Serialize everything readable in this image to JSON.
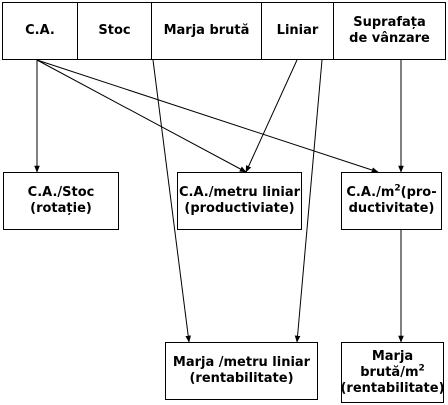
{
  "header": {
    "cells": [
      {
        "key": "ca",
        "label": "C.A."
      },
      {
        "key": "stoc",
        "label": "Stoc"
      },
      {
        "key": "marja",
        "label": "Marja brută"
      },
      {
        "key": "liniar",
        "label": "Liniar"
      },
      {
        "key": "suprafata",
        "label": "Suprafața\nde vânzare"
      }
    ]
  },
  "boxes": {
    "rotatie": "C.A./Stoc\n(rotație)",
    "productivitate_liniar": "C.A./metru liniar\n(productiviate)",
    "productivitate_mp_pre": "C.A./m",
    "productivitate_mp_sup": "2",
    "productivitate_mp_post": "(pro-\nductivitate)",
    "rentab_liniar": "Marja /metru liniar\n(rentabilitate)",
    "rentab_mp_pre": "Marja\nbrută/m",
    "rentab_mp_sup": "2",
    "rentab_mp_post": "\n(rentabilitate)"
  }
}
